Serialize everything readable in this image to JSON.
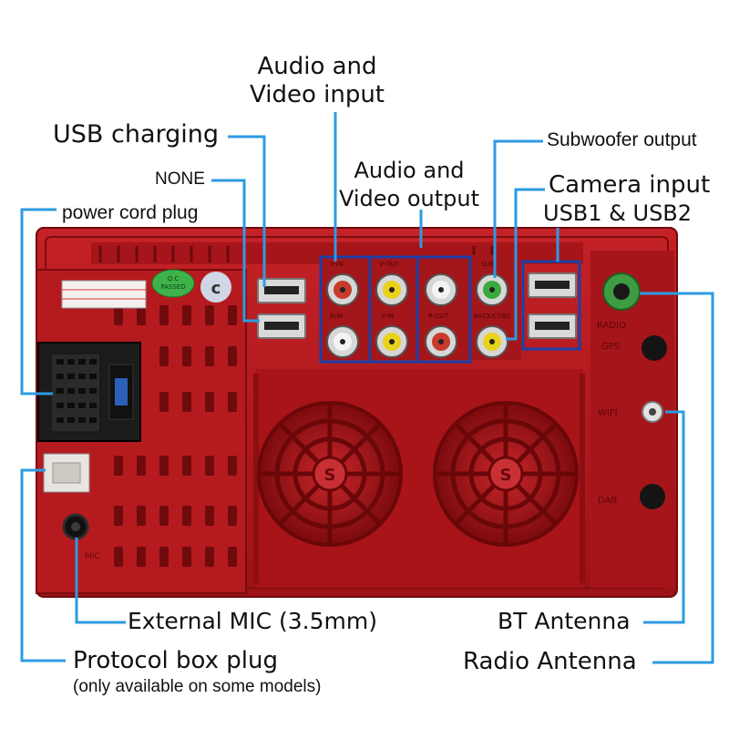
{
  "labels": {
    "av_input": "Audio and\nVideo input",
    "usb_charging": "USB charging",
    "none": "NONE",
    "power_cord": "power cord plug",
    "av_output": "Audio and\nVideo output",
    "subwoofer": "Subwoofer output",
    "camera": "Camera input",
    "usb12": "USB1 & USB2",
    "ext_mic": "External MIC (3.5mm)",
    "protocol": "Protocol box plug",
    "protocol_note": "(only available on some models)",
    "bt": "BT Antenna",
    "radio": "Radio Antenna"
  },
  "device": {
    "qc_sticker": "Q.C\nPASSED",
    "port_labels": {
      "radio": "RADIO",
      "gps": "GPS",
      "wifi": "WIFI",
      "dab": "DAB",
      "mic": "MIC",
      "rca_top": [
        "V-IN",
        "V-OUT",
        "SUB"
      ],
      "rca_bottom": [
        "R/IN",
        "V-IN",
        "R-OUT",
        "BACK/CVBS"
      ]
    },
    "fan_badge": "S"
  },
  "colors": {
    "body": "#b8191b",
    "body_dark": "#8e0f12",
    "callout_line": "#2d9be3",
    "highlight_box": "#1d3fa8"
  }
}
